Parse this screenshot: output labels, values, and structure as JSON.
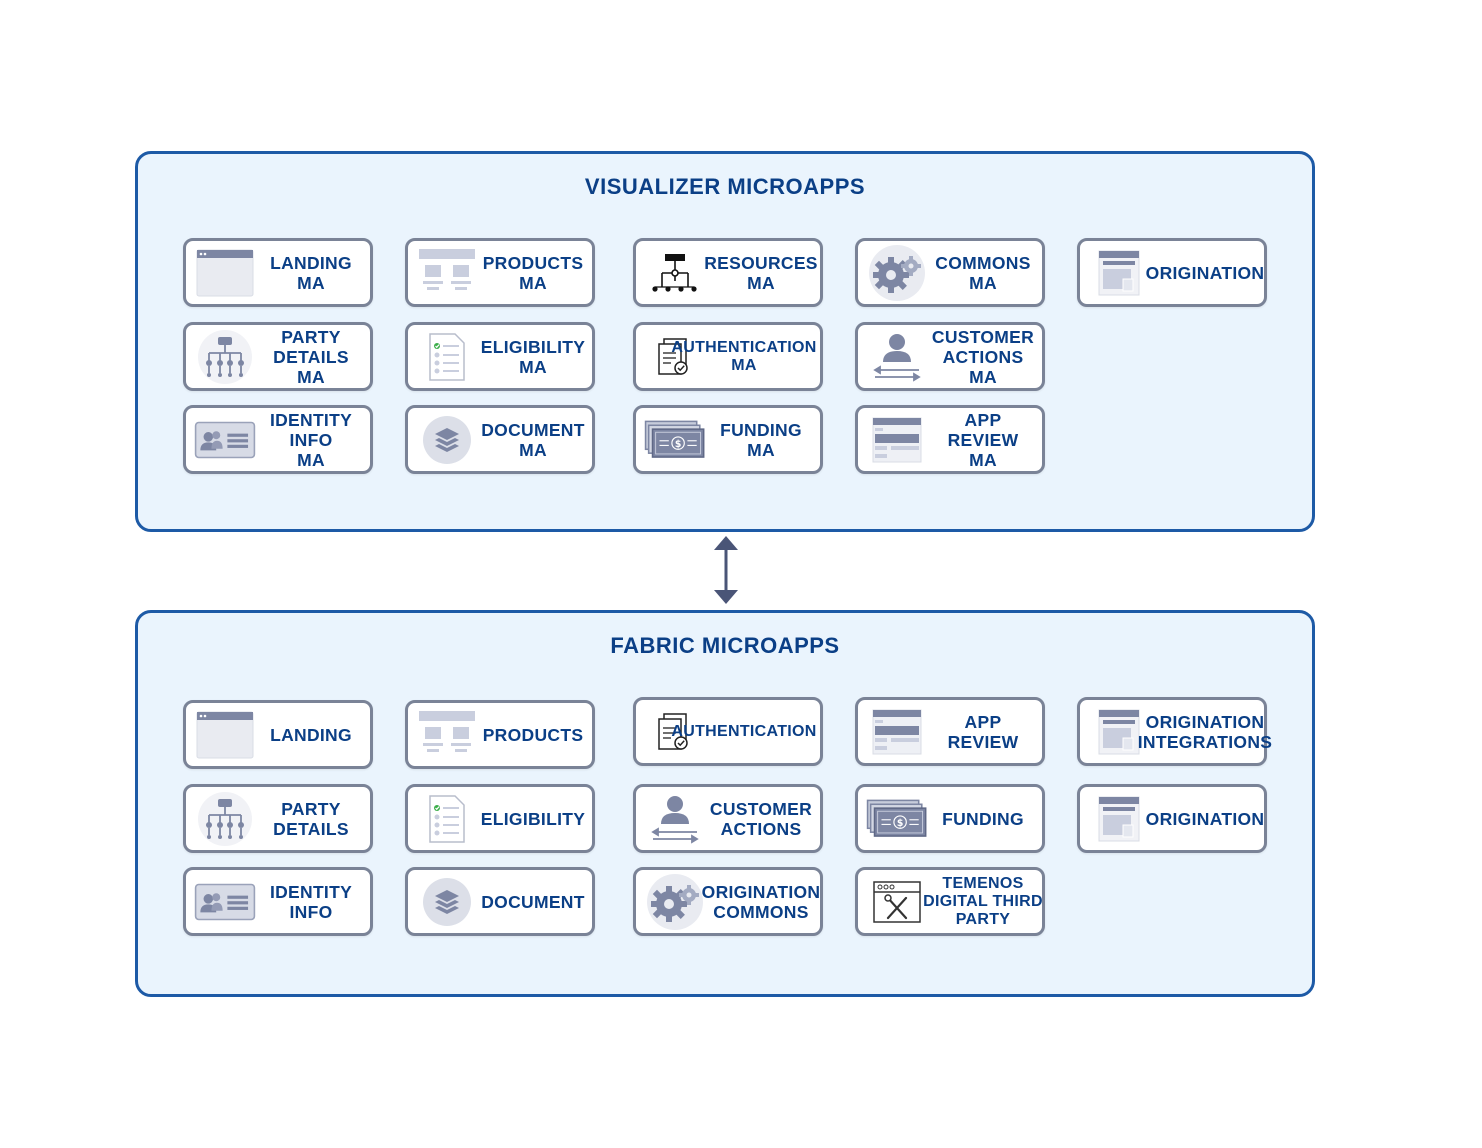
{
  "visualizer": {
    "title": "VISUALIZER MICROAPPS",
    "cards": [
      {
        "name": "landing-ma",
        "lines": [
          "LANDING",
          "MA"
        ],
        "icon": "browser-window-icon"
      },
      {
        "name": "products-ma",
        "lines": [
          "PRODUCTS",
          "MA"
        ],
        "icon": "product-layout-icon"
      },
      {
        "name": "resources-ma",
        "lines": [
          "RESOURCES",
          "MA"
        ],
        "icon": "hierarchy-icon"
      },
      {
        "name": "commons-ma",
        "lines": [
          "COMMONS",
          "MA"
        ],
        "icon": "gears-icon"
      },
      {
        "name": "origination",
        "lines": [
          "ORIGINATION"
        ],
        "icon": "origination-window-icon"
      },
      {
        "name": "party-details-ma",
        "lines": [
          "PARTY",
          "DETAILS",
          "MA"
        ],
        "icon": "org-chart-icon"
      },
      {
        "name": "eligibility-ma",
        "lines": [
          "ELIGIBILITY",
          "MA"
        ],
        "icon": "checklist-icon"
      },
      {
        "name": "authentication-ma",
        "lines": [
          "AUTHENTICATION",
          "MA"
        ],
        "icon": "document-check-icon"
      },
      {
        "name": "customer-actions-ma",
        "lines": [
          "CUSTOMER",
          "ACTIONS",
          "MA"
        ],
        "icon": "user-transfer-icon"
      },
      {
        "name": "identity-info-ma",
        "lines": [
          "IDENTITY",
          "INFO",
          "MA"
        ],
        "icon": "id-card-icon"
      },
      {
        "name": "document-ma",
        "lines": [
          "DOCUMENT",
          "MA"
        ],
        "icon": "layers-icon"
      },
      {
        "name": "funding-ma",
        "lines": [
          "FUNDING",
          "MA"
        ],
        "icon": "banknotes-icon"
      },
      {
        "name": "app-review-ma",
        "lines": [
          "APP",
          "REVIEW",
          "MA"
        ],
        "icon": "form-window-icon"
      }
    ]
  },
  "fabric": {
    "title": "FABRIC MICROAPPS",
    "cards": [
      {
        "name": "landing",
        "lines": [
          "LANDING"
        ],
        "icon": "browser-window-icon"
      },
      {
        "name": "products",
        "lines": [
          "PRODUCTS"
        ],
        "icon": "product-layout-icon"
      },
      {
        "name": "authentication",
        "lines": [
          "AUTHENTICATION"
        ],
        "icon": "document-check-icon"
      },
      {
        "name": "app-review",
        "lines": [
          "APP",
          "REVIEW"
        ],
        "icon": "form-window-icon"
      },
      {
        "name": "origination-integrations",
        "lines": [
          "ORIGINATION",
          "INTEGRATIONS"
        ],
        "icon": "origination-window-icon"
      },
      {
        "name": "party-details",
        "lines": [
          "PARTY",
          "DETAILS"
        ],
        "icon": "org-chart-icon"
      },
      {
        "name": "eligibility",
        "lines": [
          "ELIGIBILITY"
        ],
        "icon": "checklist-icon"
      },
      {
        "name": "customer-actions",
        "lines": [
          "CUSTOMER",
          "ACTIONS"
        ],
        "icon": "user-transfer-icon"
      },
      {
        "name": "funding",
        "lines": [
          "FUNDING"
        ],
        "icon": "banknotes-icon"
      },
      {
        "name": "origination",
        "lines": [
          "ORIGINATION"
        ],
        "icon": "origination-window-icon"
      },
      {
        "name": "identity-info",
        "lines": [
          "IDENTITY",
          "INFO"
        ],
        "icon": "id-card-icon"
      },
      {
        "name": "document",
        "lines": [
          "DOCUMENT"
        ],
        "icon": "layers-icon"
      },
      {
        "name": "origination-commons",
        "lines": [
          "ORIGINATION",
          "COMMONS"
        ],
        "icon": "gears-icon"
      },
      {
        "name": "temenos-digital-third-party",
        "lines": [
          "TEMENOS",
          "DIGITAL THIRD",
          "PARTY"
        ],
        "icon": "tools-window-icon"
      }
    ]
  },
  "connector": {
    "icon": "double-arrow-icon"
  },
  "colors": {
    "title": "#0b3f86",
    "panel_border": "#1d5aa6",
    "panel_fill": "#eaf4fd",
    "card_border": "#7a8397",
    "icon_slate": "#7d86a3"
  }
}
